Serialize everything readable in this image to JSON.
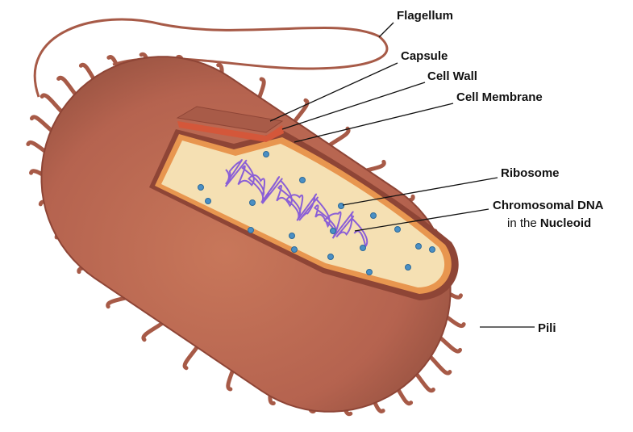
{
  "title": "Prokaryotic cell structure",
  "labels": {
    "flagellum": "Flagellum",
    "capsule": "Capsule",
    "cell_wall": "Cell Wall",
    "cell_membrane": "Cell Membrane",
    "ribosome": "Ribosome",
    "chromosomal_dna": "Chromosomal DNA",
    "in_the": "in the",
    "nucleoid": "Nucleoid",
    "pili": "Pili"
  },
  "colors": {
    "body": "#b5634f",
    "body_dark": "#8e4536",
    "interior": "#f5e0b3",
    "membrane": "#e8964f",
    "ribosome": "#4a8fc4",
    "dna": "#8b5fd6"
  }
}
